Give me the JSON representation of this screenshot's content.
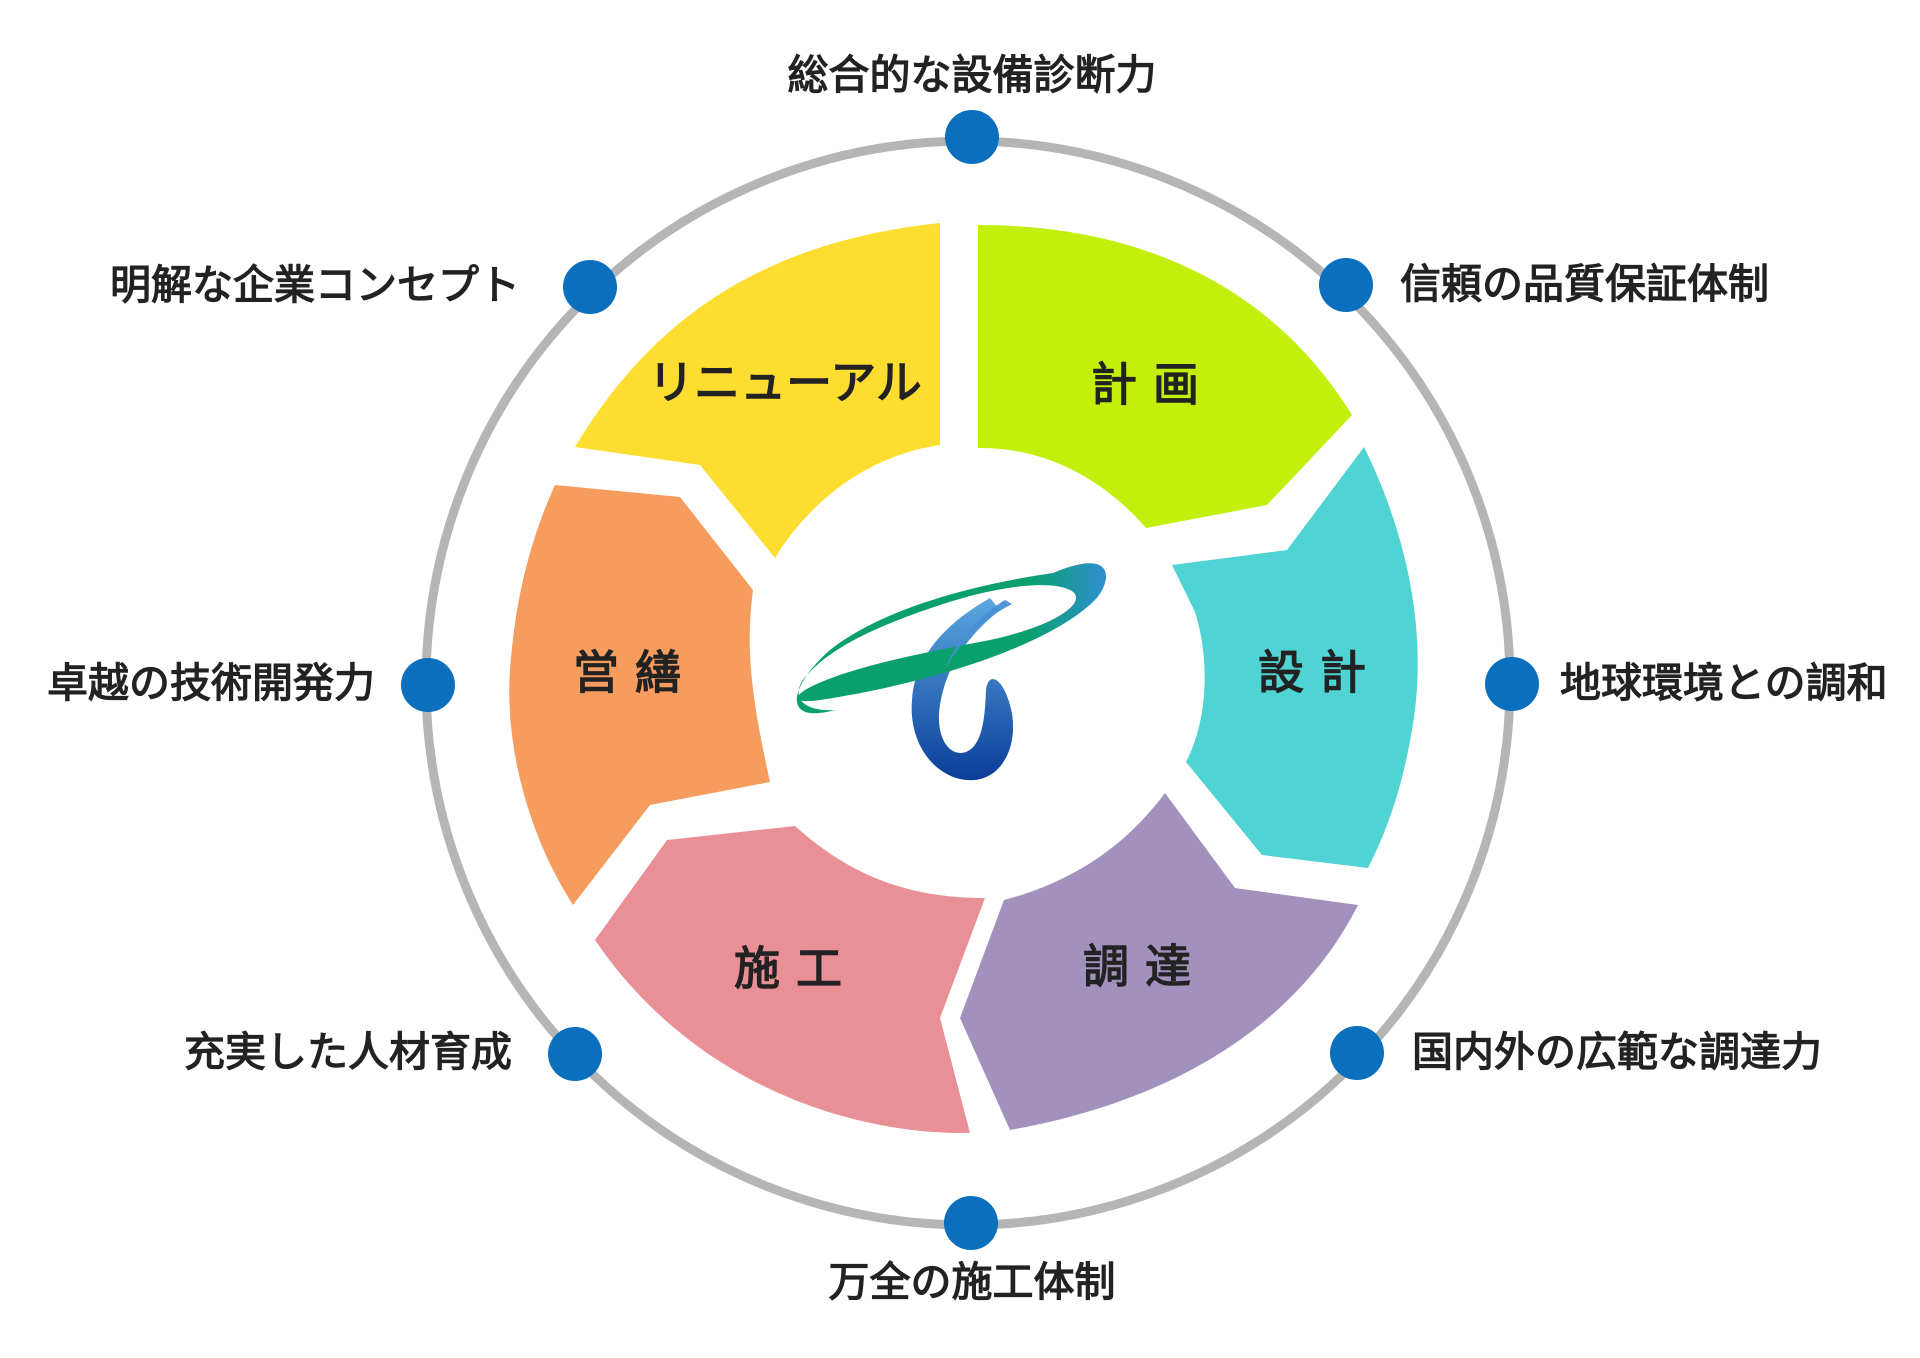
{
  "segments": [
    {
      "id": "keikaku",
      "label": "計 画",
      "color": "#c2ef0c"
    },
    {
      "id": "sekkei",
      "label": "設 計",
      "color": "#4fd3d3"
    },
    {
      "id": "choutatsu",
      "label": "調 達",
      "color": "#a391bd"
    },
    {
      "id": "sekou",
      "label": "施 工",
      "color": "#e99097"
    },
    {
      "id": "eizen",
      "label": "営 繕",
      "color": "#f69c5e"
    },
    {
      "id": "renewal",
      "label": "リニューアル",
      "color": "#fddd2f"
    }
  ],
  "outer_points": [
    {
      "id": "total-diagnosis",
      "label": "総合的な設備診断力"
    },
    {
      "id": "quality-assurance",
      "label": "信頼の品質保証体制"
    },
    {
      "id": "environment-harmony",
      "label": "地球環境との調和"
    },
    {
      "id": "procurement",
      "label": "国内外の広範な調達力"
    },
    {
      "id": "construction-system",
      "label": "万全の施工体制"
    },
    {
      "id": "hr-development",
      "label": "充実した人材育成"
    },
    {
      "id": "technical-development",
      "label": "卓越の技術開発力"
    },
    {
      "id": "corporate-concept",
      "label": "明解な企業コンセプト"
    }
  ],
  "colors": {
    "ring": "#b5b5b5",
    "dot": "#0a6fbd",
    "logo_green": "#0aa06e",
    "logo_blue": "#0b3d99"
  },
  "icons": {
    "center_logo": "company-logo-icon"
  }
}
